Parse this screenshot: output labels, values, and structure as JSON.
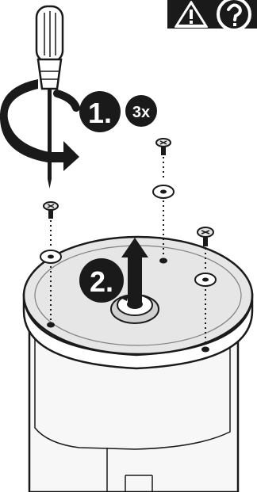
{
  "steps": [
    {
      "number_label": "1.",
      "badge_label": "3x"
    },
    {
      "number_label": "2."
    }
  ],
  "warning_icons": [
    "warning-triangle-icon",
    "help-circle-icon"
  ],
  "colors": {
    "ink": "#1a1a1a",
    "lid_fill": "#e6e6e6",
    "body_fill": "#f7f7f7",
    "badge_fill": "#1a1a1a",
    "badge_text": "#ffffff"
  }
}
